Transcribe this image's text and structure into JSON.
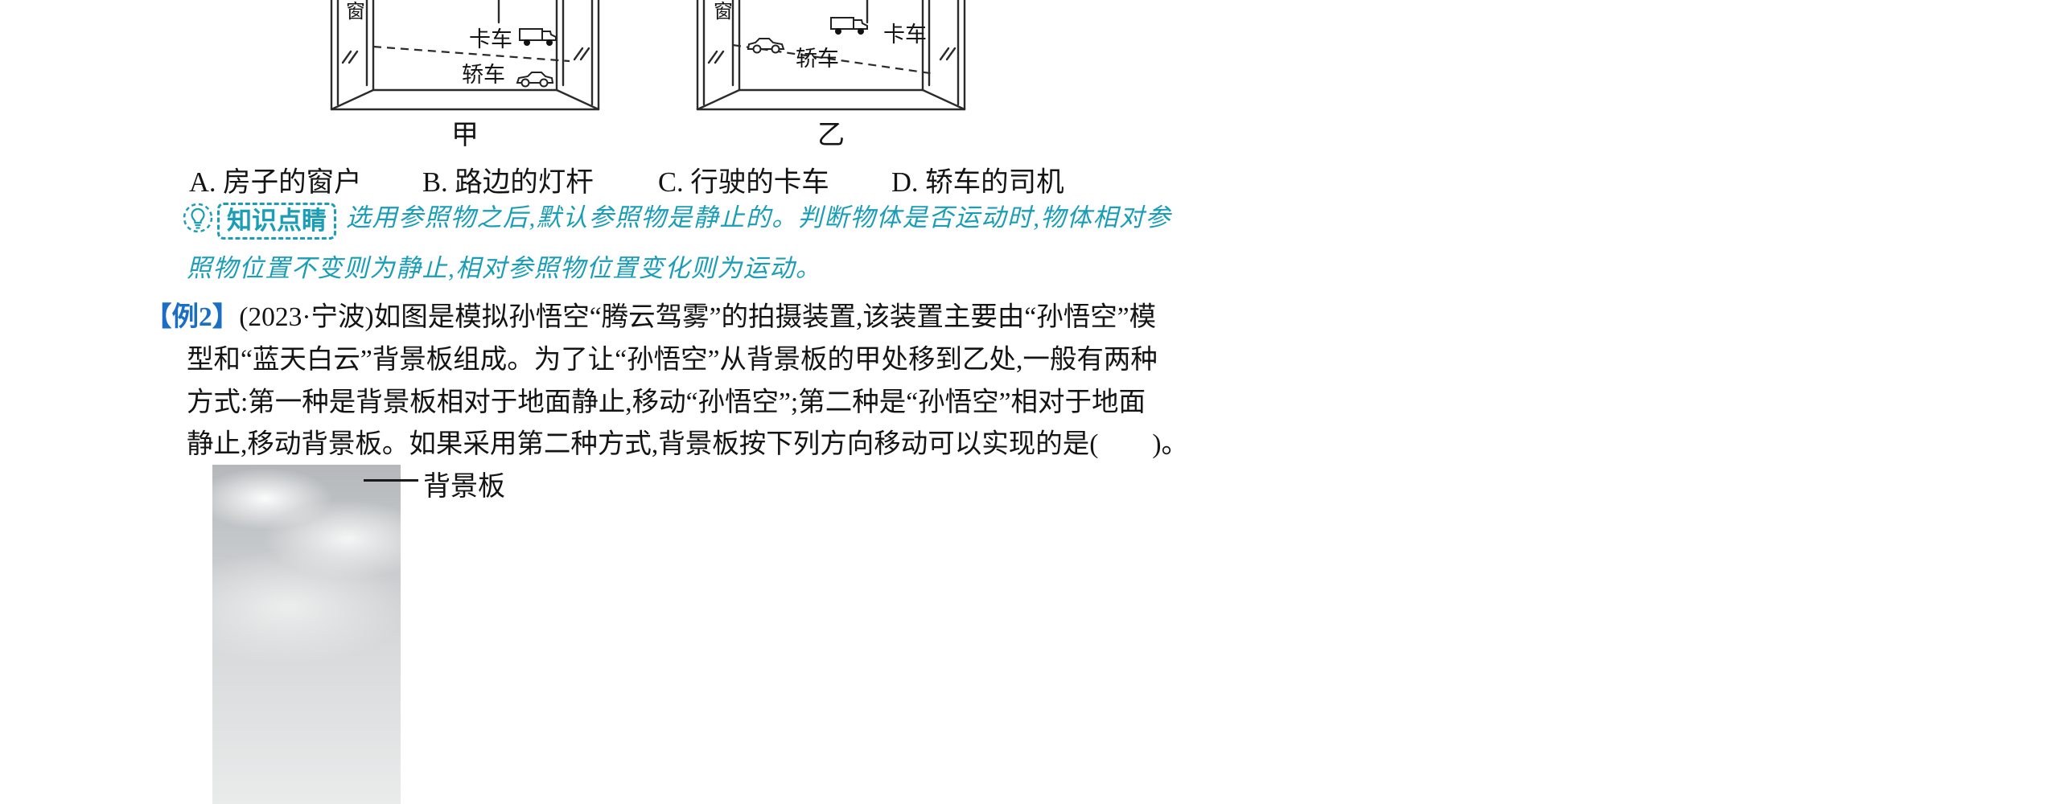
{
  "colors": {
    "teal": "#1a9db6",
    "blue": "#1a6fc4",
    "line": "#2b2b2b"
  },
  "figures": {
    "jia": {
      "caption": "甲",
      "window_label": "窗",
      "truck_label": "卡车",
      "car_label": "轿车"
    },
    "yi": {
      "caption": "乙",
      "window_label": "窗",
      "truck_label": "卡车",
      "car_label": "轿车"
    }
  },
  "options": [
    {
      "label": "A. 房子的窗户"
    },
    {
      "label": "B. 路边的灯杆"
    },
    {
      "label": "C. 行驶的卡车"
    },
    {
      "label": "D. 轿车的司机"
    }
  ],
  "tip": {
    "title": "知识点睛",
    "line1": "选用参照物之后,默认参照物是静止的。判断物体是否运动时,物体相对参",
    "line2": "照物位置不变则为静止,相对参照物位置变化则为运动。"
  },
  "example": {
    "tag": "【例2】",
    "line1": "(2023·宁波)如图是模拟孙悟空“腾云驾雾”的拍摄装置,该装置主要由“孙悟空”模",
    "line2": "型和“蓝天白云”背景板组成。为了让“孙悟空”从背景板的甲处移到乙处,一般有两种",
    "line3": "方式:第一种是背景板相对于地面静止,移动“孙悟空”;第二种是“孙悟空”相对于地面",
    "line4": "静止,移动背景板。如果采用第二种方式,背景板按下列方向移动可以实现的是(　　)。"
  },
  "bottom_figure": {
    "caption": "背景板"
  }
}
